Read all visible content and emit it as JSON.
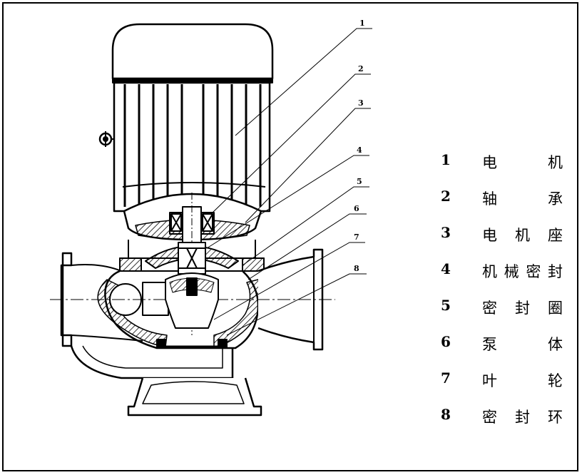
{
  "callouts": [
    "1",
    "2",
    "3",
    "4",
    "5",
    "6",
    "7",
    "8"
  ],
  "legend": [
    {
      "num": "1",
      "name": "电 机"
    },
    {
      "num": "2",
      "name": "轴 承"
    },
    {
      "num": "3",
      "name": "电机座"
    },
    {
      "num": "4",
      "name": "机械密封"
    },
    {
      "num": "5",
      "name": "密封圈"
    },
    {
      "num": "6",
      "name": "泵 体"
    },
    {
      "num": "7",
      "name": "叶 轮"
    },
    {
      "num": "8",
      "name": "密封环"
    }
  ],
  "colors": {
    "ink": "#000000",
    "paper": "#ffffff"
  }
}
